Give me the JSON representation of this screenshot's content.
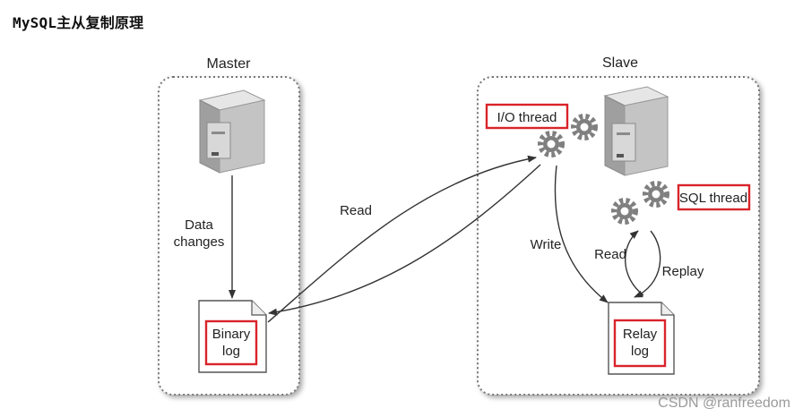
{
  "title": "MySQL主从复制原理",
  "master": {
    "label": "Master",
    "data_changes_line1": "Data",
    "data_changes_line2": "changes",
    "binary_log_line1": "Binary",
    "binary_log_line2": "log"
  },
  "slave": {
    "label": "Slave",
    "io_thread": "I/O thread",
    "sql_thread": "SQL thread",
    "write": "Write",
    "read": "Read",
    "replay": "Replay",
    "relay_log_line1": "Relay",
    "relay_log_line2": "log"
  },
  "read_arrow": "Read",
  "watermark": "CSDN @ranfreedom",
  "colors": {
    "highlight": "#d9232a",
    "box_border": "#7a7a7a",
    "gear": "#808080",
    "server_body": "#b9b9b9"
  }
}
